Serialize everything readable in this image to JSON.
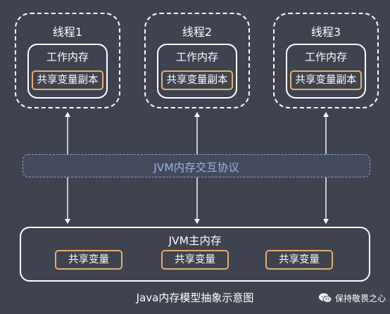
{
  "threads": [
    {
      "title": "线程1",
      "work_memory": "工作内存",
      "shared_copy": "共享变量副本"
    },
    {
      "title": "线程2",
      "work_memory": "工作内存",
      "shared_copy": "共享变量副本"
    },
    {
      "title": "线程3",
      "work_memory": "工作内存",
      "shared_copy": "共享变量副本"
    }
  ],
  "protocol": {
    "label": "JVM内存交互协议"
  },
  "main_memory": {
    "title": "JVM主内存",
    "variables": [
      "共享变量",
      "共享变量",
      "共享变量"
    ]
  },
  "caption": "Java内存模型抽象示意图",
  "watermark": {
    "icon": "wechat-icon",
    "text": "保持敬畏之心"
  },
  "colors": {
    "background": "#3f434f",
    "border": "#ffffff",
    "variable_border": "#e3b06a",
    "protocol_text": "#9ab0f0"
  }
}
